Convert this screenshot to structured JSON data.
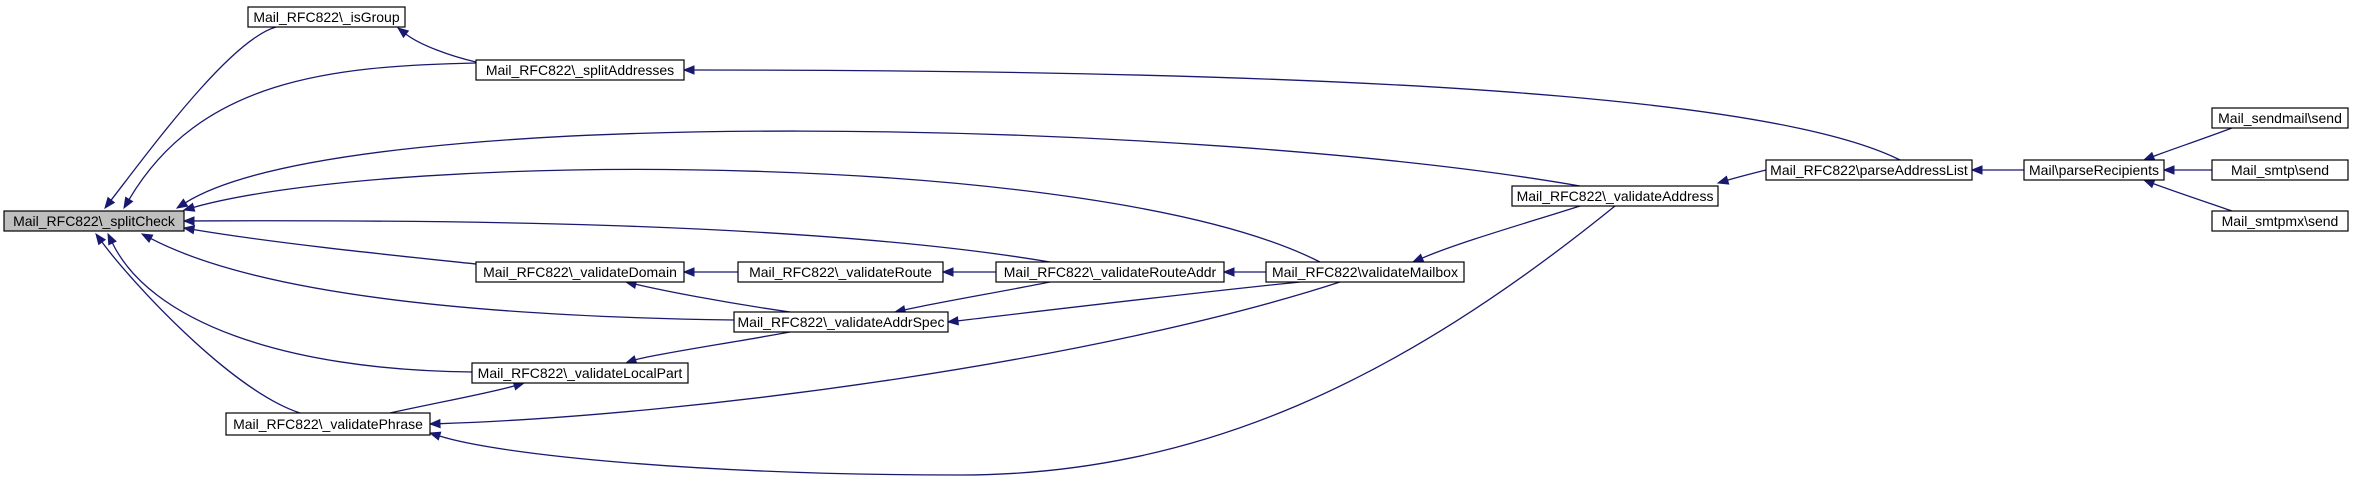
{
  "colors": {
    "edge": "#191970",
    "node_fill": "#ffffff",
    "focus_node_fill": "#bfbfbf",
    "node_border": "#000000"
  },
  "graph": {
    "nodes": [
      {
        "id": "splitCheck",
        "label": "Mail_RFC822\\_splitCheck",
        "focus": true
      },
      {
        "id": "isGroup",
        "label": "Mail_RFC822\\_isGroup"
      },
      {
        "id": "splitAddresses",
        "label": "Mail_RFC822\\_splitAddresses"
      },
      {
        "id": "validateDomain",
        "label": "Mail_RFC822\\_validateDomain"
      },
      {
        "id": "validateLocalPart",
        "label": "Mail_RFC822\\_validateLocalPart"
      },
      {
        "id": "validatePhrase",
        "label": "Mail_RFC822\\_validatePhrase"
      },
      {
        "id": "validateRoute",
        "label": "Mail_RFC822\\_validateRoute"
      },
      {
        "id": "validateAddrSpec",
        "label": "Mail_RFC822\\_validateAddrSpec"
      },
      {
        "id": "validateRouteAddr",
        "label": "Mail_RFC822\\_validateRouteAddr"
      },
      {
        "id": "validateMailbox",
        "label": "Mail_RFC822\\validateMailbox"
      },
      {
        "id": "validateAddress",
        "label": "Mail_RFC822\\_validateAddress"
      },
      {
        "id": "parseAddressList",
        "label": "Mail_RFC822\\parseAddressList"
      },
      {
        "id": "parseRecipients",
        "label": "Mail\\parseRecipients"
      },
      {
        "id": "sendmailSend",
        "label": "Mail_sendmail\\send"
      },
      {
        "id": "smtpSend",
        "label": "Mail_smtp\\send"
      },
      {
        "id": "smtpmxSend",
        "label": "Mail_smtpmx\\send"
      }
    ],
    "edges": [
      {
        "from": "isGroup",
        "to": "splitCheck"
      },
      {
        "from": "splitAddresses",
        "to": "splitCheck"
      },
      {
        "from": "splitAddresses",
        "to": "isGroup"
      },
      {
        "from": "validateAddress",
        "to": "splitCheck"
      },
      {
        "from": "validateMailbox",
        "to": "splitCheck"
      },
      {
        "from": "validateRouteAddr",
        "to": "splitCheck"
      },
      {
        "from": "validateDomain",
        "to": "splitCheck"
      },
      {
        "from": "validateAddrSpec",
        "to": "splitCheck"
      },
      {
        "from": "validateLocalPart",
        "to": "splitCheck"
      },
      {
        "from": "validatePhrase",
        "to": "splitCheck"
      },
      {
        "from": "validateRoute",
        "to": "validateDomain"
      },
      {
        "from": "validateAddrSpec",
        "to": "validateDomain"
      },
      {
        "from": "validateAddrSpec",
        "to": "validateLocalPart"
      },
      {
        "from": "validateRouteAddr",
        "to": "validateRoute"
      },
      {
        "from": "validateRouteAddr",
        "to": "validateAddrSpec"
      },
      {
        "from": "validateMailbox",
        "to": "validateAddrSpec"
      },
      {
        "from": "validateMailbox",
        "to": "validateRouteAddr"
      },
      {
        "from": "validateMailbox",
        "to": "validatePhrase"
      },
      {
        "from": "validatePhrase",
        "to": "validateLocalPart"
      },
      {
        "from": "validateAddress",
        "to": "validateMailbox"
      },
      {
        "from": "validateAddress",
        "to": "validatePhrase"
      },
      {
        "from": "parseAddressList",
        "to": "validateAddress"
      },
      {
        "from": "parseAddressList",
        "to": "splitAddresses"
      },
      {
        "from": "parseRecipients",
        "to": "parseAddressList"
      },
      {
        "from": "sendmailSend",
        "to": "parseRecipients"
      },
      {
        "from": "smtpSend",
        "to": "parseRecipients"
      },
      {
        "from": "smtpmxSend",
        "to": "parseRecipients"
      }
    ]
  }
}
